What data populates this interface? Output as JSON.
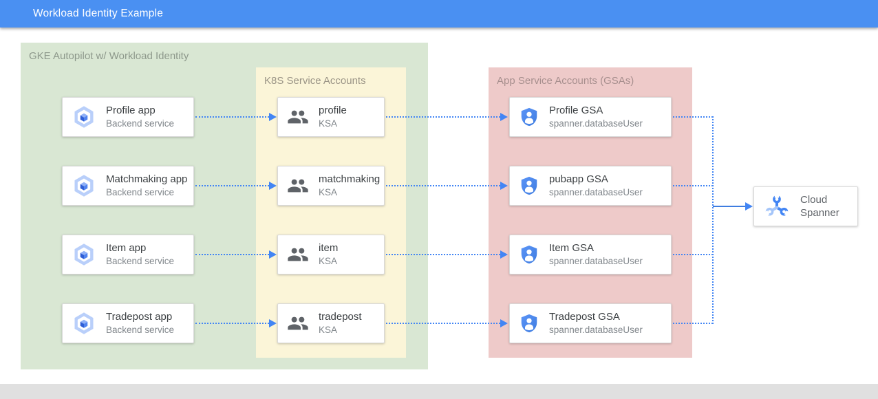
{
  "header": {
    "title": "Workload Identity Example"
  },
  "containers": {
    "gke": {
      "label": "GKE Autopilot w/ Workload Identity"
    },
    "ksa": {
      "label": "K8S Service Accounts"
    },
    "gsa": {
      "label": "App Service Accounts (GSAs)"
    }
  },
  "apps": [
    {
      "title": "Profile app",
      "subtitle": "Backend service"
    },
    {
      "title": "Matchmaking app",
      "subtitle": "Backend service"
    },
    {
      "title": "Item app",
      "subtitle": "Backend service"
    },
    {
      "title": "Tradepost app",
      "subtitle": "Backend service"
    }
  ],
  "ksas": [
    {
      "title": "profile",
      "subtitle": "KSA"
    },
    {
      "title": "matchmaking",
      "subtitle": "KSA"
    },
    {
      "title": "item",
      "subtitle": "KSA"
    },
    {
      "title": "tradepost",
      "subtitle": "KSA"
    }
  ],
  "gsas": [
    {
      "title": "Profile GSA",
      "subtitle": "spanner.databaseUser"
    },
    {
      "title": "pubapp GSA",
      "subtitle": "spanner.databaseUser"
    },
    {
      "title": "Item GSA",
      "subtitle": "spanner.databaseUser"
    },
    {
      "title": "Tradepost GSA",
      "subtitle": "spanner.databaseUser"
    }
  ],
  "spanner": {
    "title": "Cloud Spanner"
  },
  "icons": {
    "app": "gke-hexagon-icon",
    "ksa": "people-icon",
    "gsa": "shield-user-icon",
    "spanner": "cloud-spanner-icon"
  },
  "colors": {
    "header_bg": "#4a90f2",
    "arrow": "#4285f4",
    "gke_zone_bg": "#d9e7d3",
    "ksa_zone_bg": "#fbf5d8",
    "gsa_zone_bg": "#eecac9",
    "footer_bg": "#e0e0e0"
  }
}
